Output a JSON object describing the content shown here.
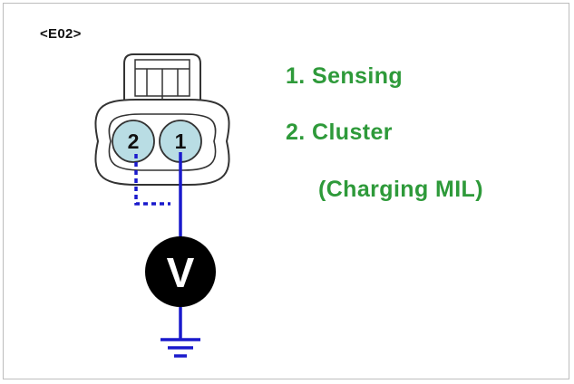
{
  "connector": {
    "label": "<E02>",
    "pins": [
      {
        "number": "2"
      },
      {
        "number": "1"
      }
    ]
  },
  "legend": {
    "line1": "1. Sensing",
    "line2": "2. Cluster",
    "line3": "(Charging MIL)"
  },
  "meter": {
    "symbol": "V"
  },
  "colors": {
    "wire": "#1a1acc",
    "legend_text": "#2e9a3a",
    "pin_fill": "#b9dde4",
    "meter_fill": "#000000"
  },
  "icons": {
    "ground": "ground-symbol-icon",
    "connector": "connector-housing-icon"
  }
}
